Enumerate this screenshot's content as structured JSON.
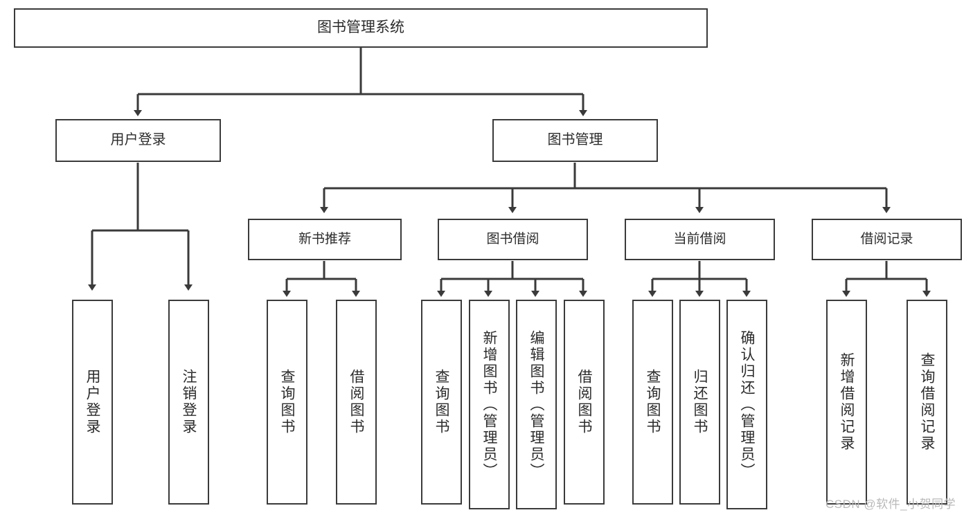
{
  "diagram": {
    "title": "图书管理系统",
    "type": "hierarchy-tree",
    "background_color": "#ffffff",
    "line_color": "#3a3a3a",
    "text_color": "#2b2b2b"
  },
  "root": {
    "id": "root",
    "label": "图书管理系统"
  },
  "level1": [
    {
      "id": "user-login",
      "label": "用户登录"
    },
    {
      "id": "book-manage",
      "label": "图书管理"
    }
  ],
  "level2": [
    {
      "id": "new-book-rec",
      "label": "新书推荐",
      "parent": "book-manage"
    },
    {
      "id": "book-borrow",
      "label": "图书借阅",
      "parent": "book-manage"
    },
    {
      "id": "current-borrow",
      "label": "当前借阅",
      "parent": "book-manage"
    },
    {
      "id": "borrow-record",
      "label": "借阅记录",
      "parent": "book-manage"
    }
  ],
  "leaves": [
    {
      "id": "leaf-user-login",
      "label": "用户登录",
      "parent": "user-login"
    },
    {
      "id": "leaf-user-logout",
      "label": "注销登录",
      "parent": "user-login"
    },
    {
      "id": "leaf-query-book-1",
      "label": "查询图书",
      "parent": "new-book-rec"
    },
    {
      "id": "leaf-borrow-book-1",
      "label": "借阅图书",
      "parent": "new-book-rec"
    },
    {
      "id": "leaf-query-book-2",
      "label": "查询图书",
      "parent": "book-borrow"
    },
    {
      "id": "leaf-add-book",
      "label": "新增图书（管理员）",
      "parent": "book-borrow"
    },
    {
      "id": "leaf-edit-book",
      "label": "编辑图书（管理员）",
      "parent": "book-borrow"
    },
    {
      "id": "leaf-borrow-book-2",
      "label": "借阅图书",
      "parent": "book-borrow"
    },
    {
      "id": "leaf-query-book-3",
      "label": "查询图书",
      "parent": "current-borrow"
    },
    {
      "id": "leaf-return-book",
      "label": "归还图书",
      "parent": "current-borrow"
    },
    {
      "id": "leaf-confirm-return",
      "label": "确认归还（管理员）",
      "parent": "current-borrow"
    },
    {
      "id": "leaf-add-record",
      "label": "新增借阅记录",
      "parent": "borrow-record"
    },
    {
      "id": "leaf-query-record",
      "label": "查询借阅记录",
      "parent": "borrow-record"
    }
  ],
  "watermark": {
    "text": "CSDN @软件_小贺同学"
  }
}
